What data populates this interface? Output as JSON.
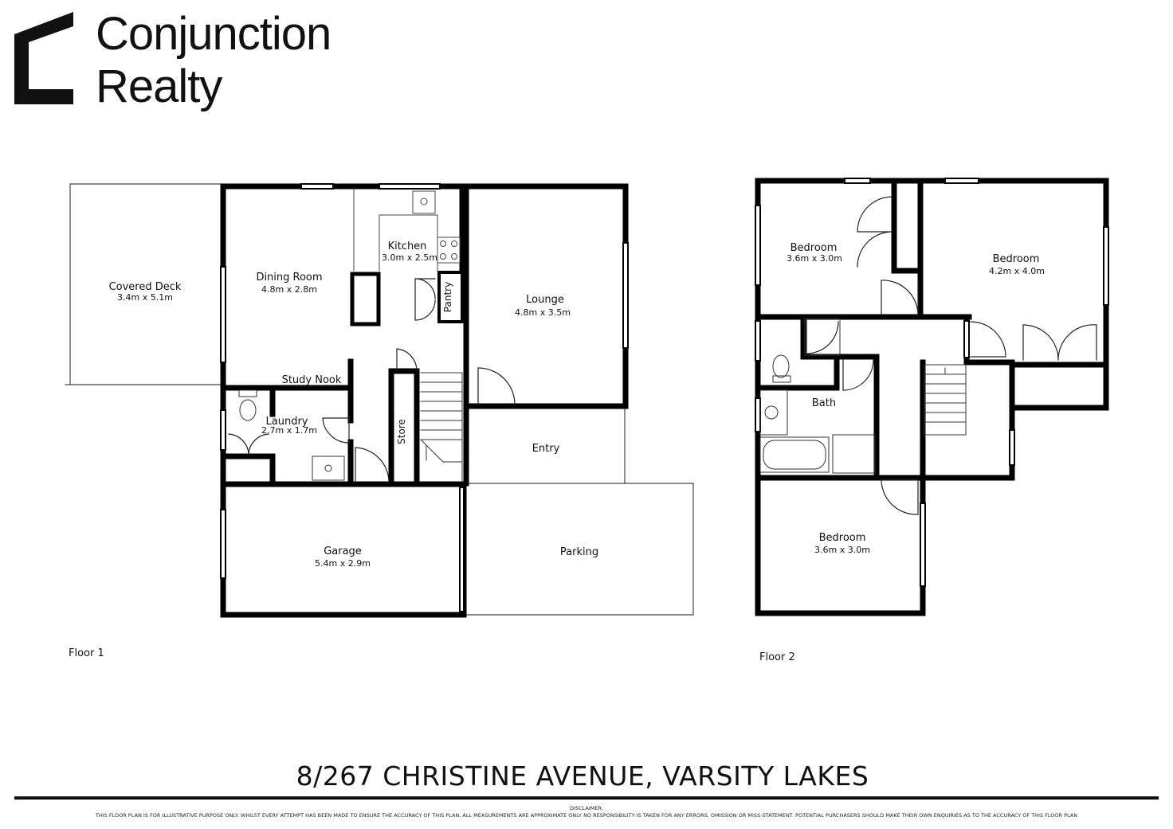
{
  "brand": {
    "name_line1": "Conjunction",
    "name_line2": "Realty",
    "logo_icon": "c-bracket-logo-icon",
    "color": "#111111"
  },
  "floor1": {
    "label": "Floor 1",
    "rooms": {
      "covered_deck": {
        "name": "Covered Deck",
        "size": "3.4m x 5.1m"
      },
      "dining_room": {
        "name": "Dining Room",
        "size": "4.8m x 2.8m"
      },
      "kitchen": {
        "name": "Kitchen",
        "size": "3.0m x 2.5m"
      },
      "pantry": {
        "name": "Pantry"
      },
      "lounge": {
        "name": "Lounge",
        "size": "4.8m x 3.5m"
      },
      "study_nook": {
        "name": "Study Nook"
      },
      "laundry": {
        "name": "Laundry",
        "size": "2.7m x 1.7m"
      },
      "store": {
        "name": "Store"
      },
      "entry": {
        "name": "Entry"
      },
      "garage": {
        "name": "Garage",
        "size": "5.4m x 2.9m"
      },
      "parking": {
        "name": "Parking"
      }
    }
  },
  "floor2": {
    "label": "Floor 2",
    "rooms": {
      "bedroom_a": {
        "name": "Bedroom",
        "size": "3.6m x 3.0m"
      },
      "bedroom_b": {
        "name": "Bedroom",
        "size": "4.2m x 4.0m"
      },
      "bath": {
        "name": "Bath"
      },
      "bedroom_c": {
        "name": "Bedroom",
        "size": "3.6m x 3.0m"
      }
    }
  },
  "address": "8/267 CHRISTINE AVENUE, VARSITY LAKES",
  "disclaimer": {
    "title": "DISCLAIMER:",
    "text": "THIS FLOOR PLAN IS FOR ILLUSTRATIVE PURPOSE ONLY. WHILST EVERY ATTEMPT HAS BEEN MADE TO ENSURE THE ACCURACY OF THIS PLAN, ALL MEASUREMENTS ARE APPROXIMATE ONLY NO RESPONSIBILITY IS TAKEN FOR ANY ERRORS, OMISSION OR MISS-STATEMENT. POTENTIAL PURCHASERS SHOULD MAKE THEIR OWN ENQUIRIES AS TO THE ACCURACY OF THIS FLOOR PLAN"
  },
  "colors": {
    "wall": "#000000",
    "thin_line": "#555555",
    "background": "#ffffff"
  }
}
